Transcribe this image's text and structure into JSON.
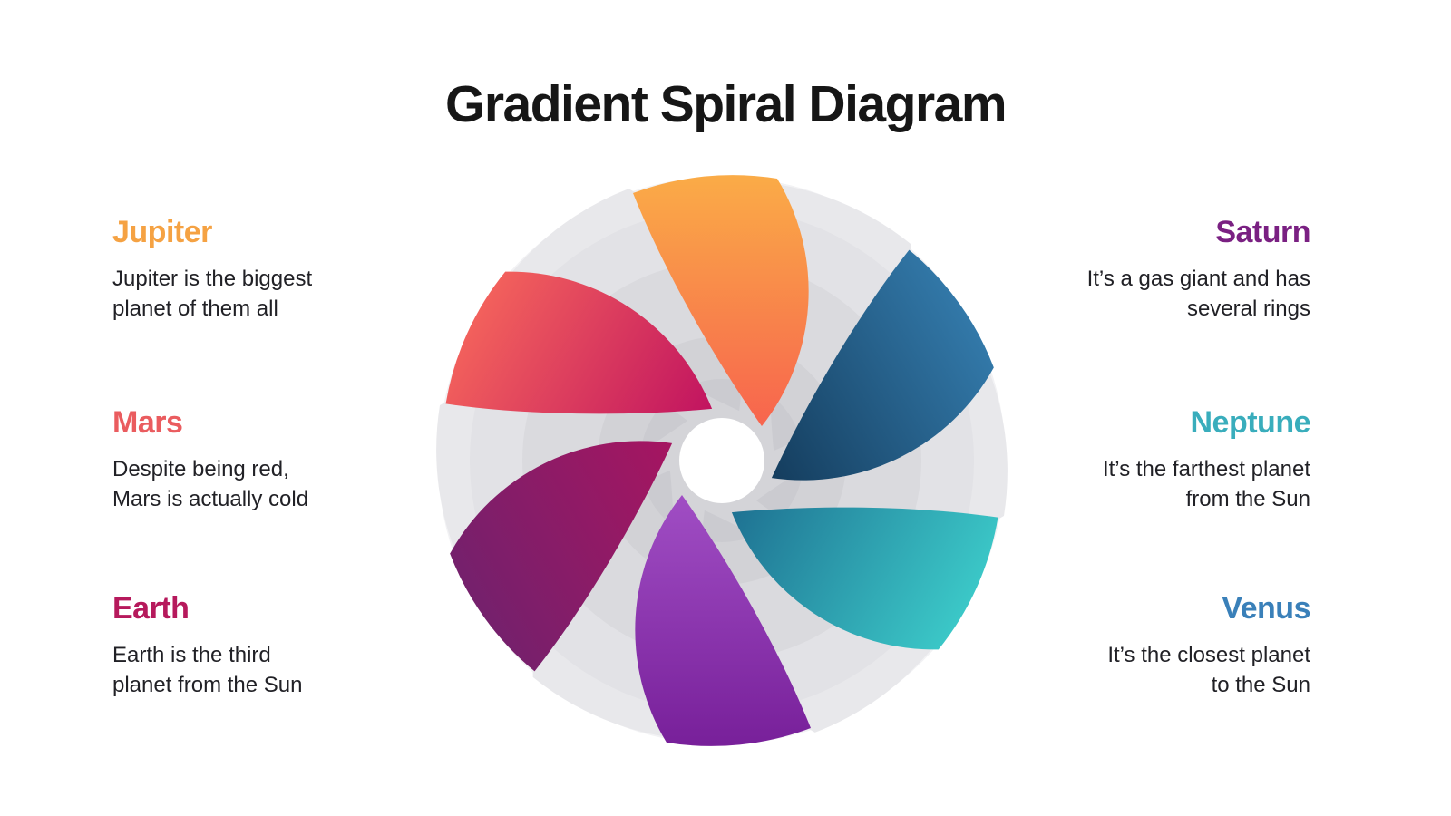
{
  "title": "Gradient Spiral Diagram",
  "planets": {
    "left": [
      {
        "name": "Jupiter",
        "color": "#F5A243",
        "description": "Jupiter is the biggest planet of them all",
        "lines": [
          "Jupiter is the biggest",
          "planet of them all"
        ]
      },
      {
        "name": "Mars",
        "color": "#EA5C5F",
        "description": "Despite being red, Mars is actually cold",
        "lines": [
          "Despite being red,",
          "Mars is actually cold"
        ]
      },
      {
        "name": "Earth",
        "color": "#B6195C",
        "description": "Earth is the third planet from the Sun",
        "lines": [
          "Earth is the third",
          "planet from the Sun"
        ]
      }
    ],
    "right": [
      {
        "name": "Saturn",
        "color": "#7A2082",
        "description": "It’s a gas giant and has several rings",
        "lines": [
          "It’s a gas giant and has",
          "several rings"
        ]
      },
      {
        "name": "Neptune",
        "color": "#39ADBC",
        "description": "It’s the farthest planet from the Sun",
        "lines": [
          "It’s the farthest planet",
          "from the Sun"
        ]
      },
      {
        "name": "Venus",
        "color": "#3A80B9",
        "description": "It’s the closest planet to the Sun",
        "lines": [
          "It’s the closest planet",
          "to the Sun"
        ]
      }
    ]
  },
  "spiral": {
    "blades": [
      {
        "planet": "Jupiter",
        "rotation": 0,
        "rim": "#FAAB47",
        "inner": "#F7614E"
      },
      {
        "planet": "Venus",
        "rotation": 60,
        "rim": "#3278A8",
        "inner": "#133A5A"
      },
      {
        "planet": "Neptune",
        "rotation": 120,
        "rim": "#3BC7C7",
        "inner": "#1D6E90"
      },
      {
        "planet": "Saturn",
        "rotation": 180,
        "rim": "#78209A",
        "inner": "#A250C6"
      },
      {
        "planet": "Earth",
        "rotation": 240,
        "rim": "#75206C",
        "inner": "#A81560"
      },
      {
        "planet": "Mars",
        "rotation": 300,
        "rim": "#F2605C",
        "inner": "#BF1060"
      }
    ],
    "background": {
      "disc": "#F2F2F4",
      "gray_blade": "#E8E8EB",
      "ring_outer": "rgba(73,73,84,0.03)",
      "ring_mid": "rgba(73,73,84,0.05)",
      "ring_inner": "rgba(73,73,84,0.055)",
      "ring_core": "rgba(73,73,84,0.045)",
      "center": "#FFFFFF"
    }
  }
}
